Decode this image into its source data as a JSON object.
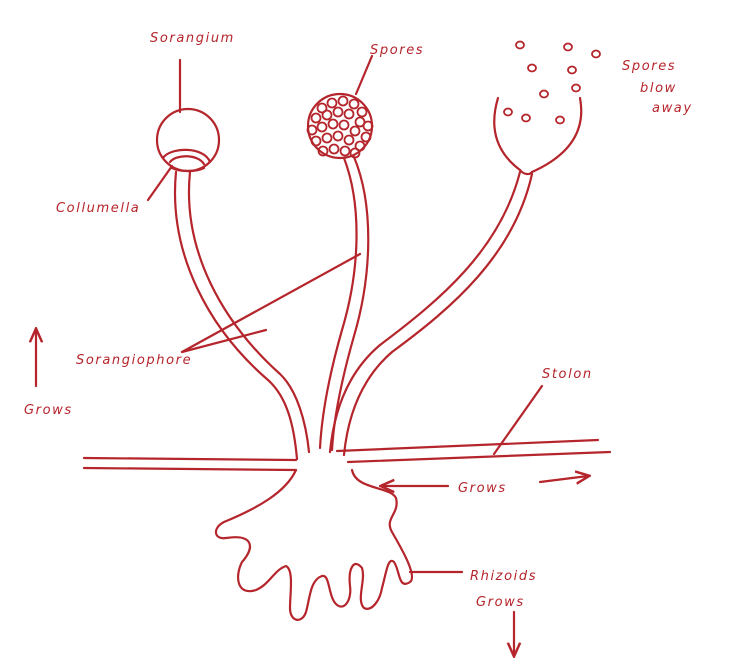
{
  "colors": {
    "ink": "#b5252c",
    "background": "#ffffff"
  },
  "labels": {
    "sporangium": "Sorangium",
    "spores": "Spores",
    "spores_blow_away_1": "Spores",
    "spores_blow_away_2": "blow",
    "spores_blow_away_3": "away",
    "columella": "Collumella",
    "sporangiophore": "Sorangiophore",
    "grows_up": "Grows",
    "stolon": "Stolon",
    "grows_horizontal": "Grows",
    "rhizoids": "Rhizoids",
    "grows_down": "Grows"
  }
}
